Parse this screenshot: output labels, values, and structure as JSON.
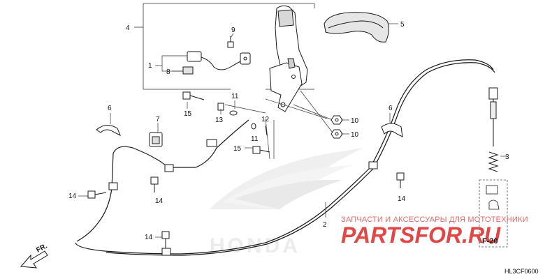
{
  "callouts": {
    "c1": "1",
    "c2": "2",
    "c3": "3",
    "c4": "4",
    "c5": "5",
    "c6a": "6",
    "c6b": "6",
    "c7": "7",
    "c8": "8",
    "c9": "9",
    "c10a": "10",
    "c10b": "10",
    "c11a": "11",
    "c11b": "11",
    "c12": "12",
    "c13": "13",
    "c14a": "14",
    "c14b": "14",
    "c14c": "14",
    "c14d": "14",
    "c15a": "15",
    "c15b": "15"
  },
  "direction_label": "FR.",
  "figure_ref": "F-20",
  "diagram_code": "HL3CF0600",
  "watermark": {
    "tagline": "ЗАПЧАСТИ И АКСЕССУАРЫ ДЛЯ МОТОТЕХНИКИ",
    "logo": "PARTSFOR.RU"
  },
  "background_brand": "HONDA",
  "colors": {
    "line": "#1a1a1a",
    "watermark_red": "#e04848",
    "background_logo": "#ececec"
  }
}
